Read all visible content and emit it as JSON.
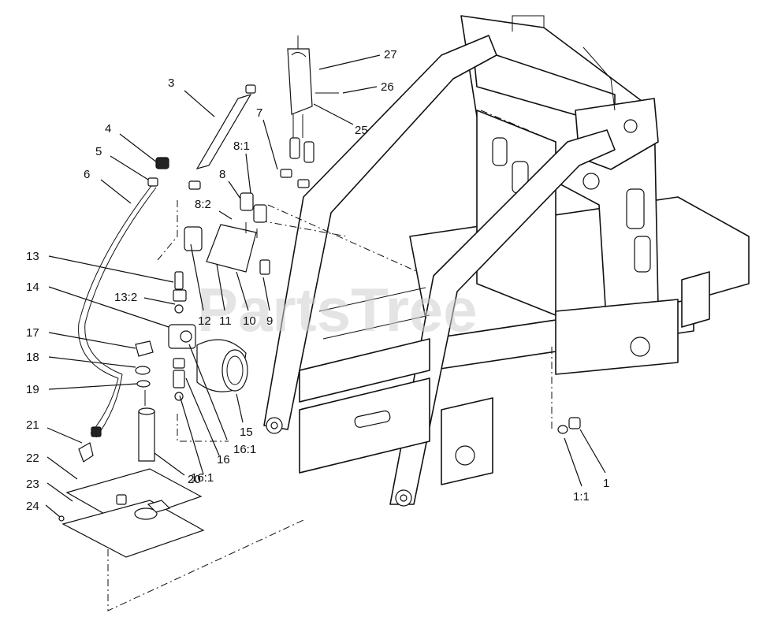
{
  "watermark": "PartsTree",
  "labels": [
    {
      "id": "l27",
      "text": "27"
    },
    {
      "id": "l26",
      "text": "26"
    },
    {
      "id": "l25",
      "text": "25"
    },
    {
      "id": "l3",
      "text": "3"
    },
    {
      "id": "l7",
      "text": "7"
    },
    {
      "id": "l4",
      "text": "4"
    },
    {
      "id": "l5",
      "text": "5"
    },
    {
      "id": "l6",
      "text": "6"
    },
    {
      "id": "l81",
      "text": "8:1"
    },
    {
      "id": "l8",
      "text": "8"
    },
    {
      "id": "l82",
      "text": "8:2"
    },
    {
      "id": "l13",
      "text": "13"
    },
    {
      "id": "l132",
      "text": "13:2"
    },
    {
      "id": "l14",
      "text": "14"
    },
    {
      "id": "l12",
      "text": "12"
    },
    {
      "id": "l11",
      "text": "11"
    },
    {
      "id": "l10",
      "text": "10"
    },
    {
      "id": "l9",
      "text": "9"
    },
    {
      "id": "l17",
      "text": "17"
    },
    {
      "id": "l18",
      "text": "18"
    },
    {
      "id": "l19",
      "text": "19"
    },
    {
      "id": "l15",
      "text": "15"
    },
    {
      "id": "l161a",
      "text": "16:1"
    },
    {
      "id": "l16",
      "text": "16"
    },
    {
      "id": "l161b",
      "text": "16:1"
    },
    {
      "id": "l20",
      "text": "20"
    },
    {
      "id": "l21",
      "text": "21"
    },
    {
      "id": "l22",
      "text": "22"
    },
    {
      "id": "l23",
      "text": "23"
    },
    {
      "id": "l24",
      "text": "24"
    },
    {
      "id": "l1",
      "text": "1"
    },
    {
      "id": "l11b",
      "text": "1:1"
    }
  ]
}
